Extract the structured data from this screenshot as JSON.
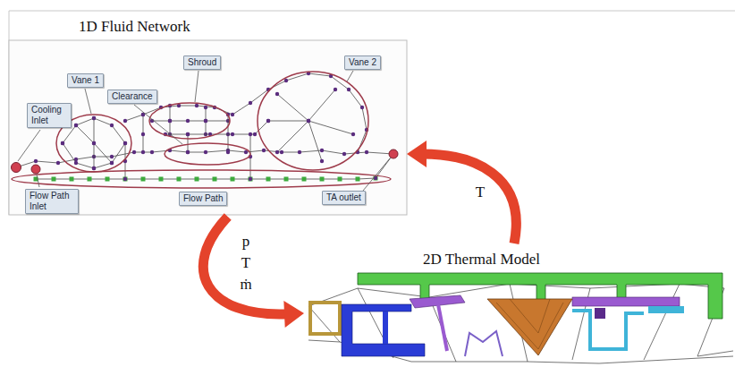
{
  "diagram": {
    "nodes": [
      {
        "text": [
          "1D Fluid Network"
        ]
      },
      {
        "text": [
          "Shroud"
        ],
        "in": 0
      },
      {
        "text": [
          "Vane 1"
        ],
        "in": 0
      },
      {
        "text": [
          "Vane 2"
        ],
        "in": 0
      },
      {
        "text": [
          "Clearance"
        ],
        "in": 0
      },
      {
        "text": [
          "Cooling Inlet"
        ],
        "in": 0
      },
      {
        "text": [
          "Flow Path Inlet"
        ],
        "in": 0
      },
      {
        "text": [
          "TA outlet"
        ],
        "in": 0
      },
      {
        "text": [
          "Flow Path"
        ],
        "in": 0
      },
      {
        "text": [
          "2D Thermal Model"
        ]
      }
    ],
    "edges": [
      {
        "from": 0,
        "to": 9,
        "label": "p T ṁ",
        "arrow": "to"
      },
      {
        "from": 9,
        "to": 0,
        "label": "T",
        "arrow": "to"
      }
    ]
  }
}
